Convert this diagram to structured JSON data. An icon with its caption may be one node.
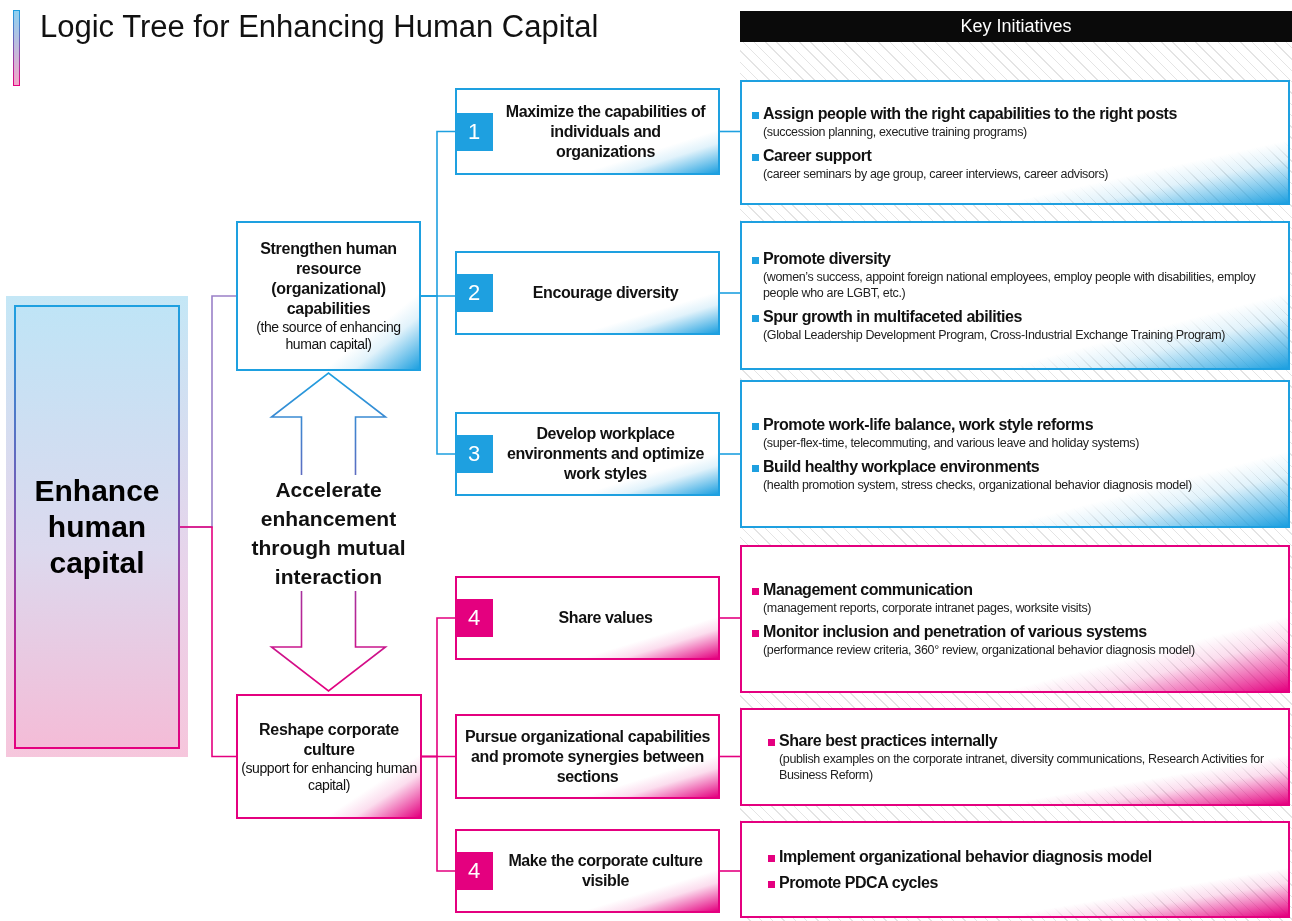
{
  "diagram": {
    "title": "Logic Tree for Enhancing Human Capital",
    "nodes": [
      {
        "text": [
          "Enhance human capital"
        ]
      },
      {
        "text": [
          "Strengthen human resource (organizational) capabilities",
          "(the source of enhancing human capital)"
        ]
      },
      {
        "text": [
          "Reshape corporate culture",
          "(support for enhancing human capital)"
        ]
      },
      {
        "text": [
          "1",
          "Maximize the capabilities of individuals and organizations"
        ]
      },
      {
        "text": [
          "2",
          "Encourage diversity"
        ]
      },
      {
        "text": [
          "3",
          "Develop workplace environments and optimize work styles"
        ]
      },
      {
        "text": [
          "4",
          "Share values"
        ]
      },
      {
        "text": [
          "Pursue organizational capabilities and promote synergies between sections"
        ]
      },
      {
        "text": [
          "4",
          "Make the corporate culture visible"
        ]
      },
      {
        "text": [],
        "shape": "box"
      },
      {
        "text": [
          "Assign people with the right capabilities to the right posts",
          "(succession planning, executive training programs)"
        ],
        "in": 9
      },
      {
        "text": [
          "Career support",
          "(career seminars by age group, career interviews, career advisors)"
        ],
        "in": 9
      },
      {
        "text": [],
        "shape": "box"
      },
      {
        "text": [
          "Promote diversity",
          "(women’s success, appoint foreign national employees, employ people with disabilities, employ people who are LGBT, etc.)"
        ],
        "in": 12
      },
      {
        "text": [
          "Spur growth in multifaceted abilities",
          "(Global Leadership Development Program, Cross-Industrial Exchange Training Program)"
        ],
        "in": 12
      },
      {
        "text": [],
        "shape": "box"
      },
      {
        "text": [
          "Promote work-life balance, work style reforms",
          "(super-flex-time, telecommuting, and various leave and holiday systems)"
        ],
        "in": 15
      },
      {
        "text": [
          "Build healthy workplace environments",
          "(health promotion system, stress checks, organizational behavior diagnosis model)"
        ],
        "in": 15
      },
      {
        "text": [],
        "shape": "box"
      },
      {
        "text": [
          "Management communication",
          "(management reports, corporate intranet pages, worksite visits)"
        ],
        "in": 18
      },
      {
        "text": [
          "Monitor inclusion and penetration of various systems",
          "(performance review criteria, 360° review, organizational behavior diagnosis model)"
        ],
        "in": 18
      },
      {
        "text": [],
        "shape": "box"
      },
      {
        "text": [
          "Share best practices internally",
          "(publish examples on the corporate intranet, diversity communications, Research Activities for Business Reform)"
        ],
        "in": 21
      },
      {
        "text": [],
        "shape": "box"
      },
      {
        "text": [
          "Implement organizational behavior diagnosis model"
        ],
        "in": 23
      },
      {
        "text": [
          "Promote PDCA cycles"
        ],
        "in": 23
      }
    ],
    "edges": [
      {
        "from": 0,
        "to": 1,
        "arrow": "none",
        "color": "#9a80c8"
      },
      {
        "from": 0,
        "to": 2,
        "arrow": "none",
        "color": "#e4007f"
      },
      {
        "from": 1,
        "to": 3,
        "arrow": "none",
        "color": "#1ea0e0"
      },
      {
        "from": 1,
        "to": 4,
        "arrow": "none",
        "color": "#1ea0e0"
      },
      {
        "from": 1,
        "to": 5,
        "arrow": "none",
        "color": "#1ea0e0"
      },
      {
        "from": 2,
        "to": 6,
        "arrow": "none",
        "color": "#e4007f"
      },
      {
        "from": 2,
        "to": 7,
        "arrow": "none",
        "color": "#e4007f"
      },
      {
        "from": 2,
        "to": 8,
        "arrow": "none",
        "color": "#e4007f"
      },
      {
        "from": 3,
        "to": 9,
        "arrow": "none",
        "color": "#1ea0e0"
      },
      {
        "from": 4,
        "to": 12,
        "arrow": "none",
        "color": "#1ea0e0"
      },
      {
        "from": 5,
        "to": 15,
        "arrow": "none",
        "color": "#1ea0e0"
      },
      {
        "from": 6,
        "to": 18,
        "arrow": "none",
        "color": "#e4007f"
      },
      {
        "from": 7,
        "to": 21,
        "arrow": "none",
        "color": "#e4007f"
      },
      {
        "from": 8,
        "to": 23,
        "arrow": "none",
        "color": "#e4007f"
      },
      {
        "from": 1,
        "to": 2,
        "arrow": "both",
        "style": "thick",
        "label": "Accelerate enhancement through mutual interaction"
      }
    ],
    "labels": [
      "Key Initiatives"
    ]
  }
}
